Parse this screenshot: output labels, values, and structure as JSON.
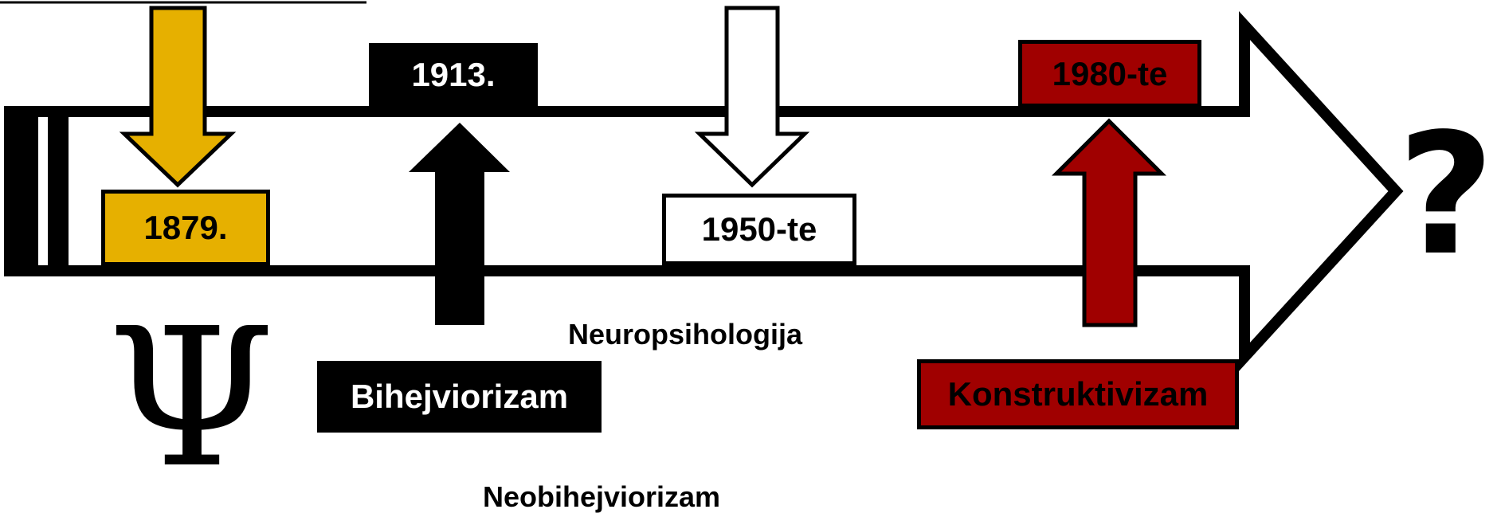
{
  "milestones": [
    {
      "year": "1879.",
      "color": "#e6b000"
    },
    {
      "year": "1913.",
      "color": "#000000"
    },
    {
      "year": "1950-te",
      "color": "#ffffff"
    },
    {
      "year": "1980-te",
      "color": "#a00000"
    }
  ],
  "schools": {
    "behaviorism": "Bihejviorizam",
    "neuropsychology": "Neuropsihologija",
    "neobehaviorism": "Neobihejviorizam",
    "constructivism": "Konstruktivizam"
  },
  "symbols": {
    "psychology": "Ψ",
    "future": "?"
  },
  "colors": {
    "yellow": "#e6b000",
    "black": "#000000",
    "white": "#ffffff",
    "red": "#a00000"
  }
}
